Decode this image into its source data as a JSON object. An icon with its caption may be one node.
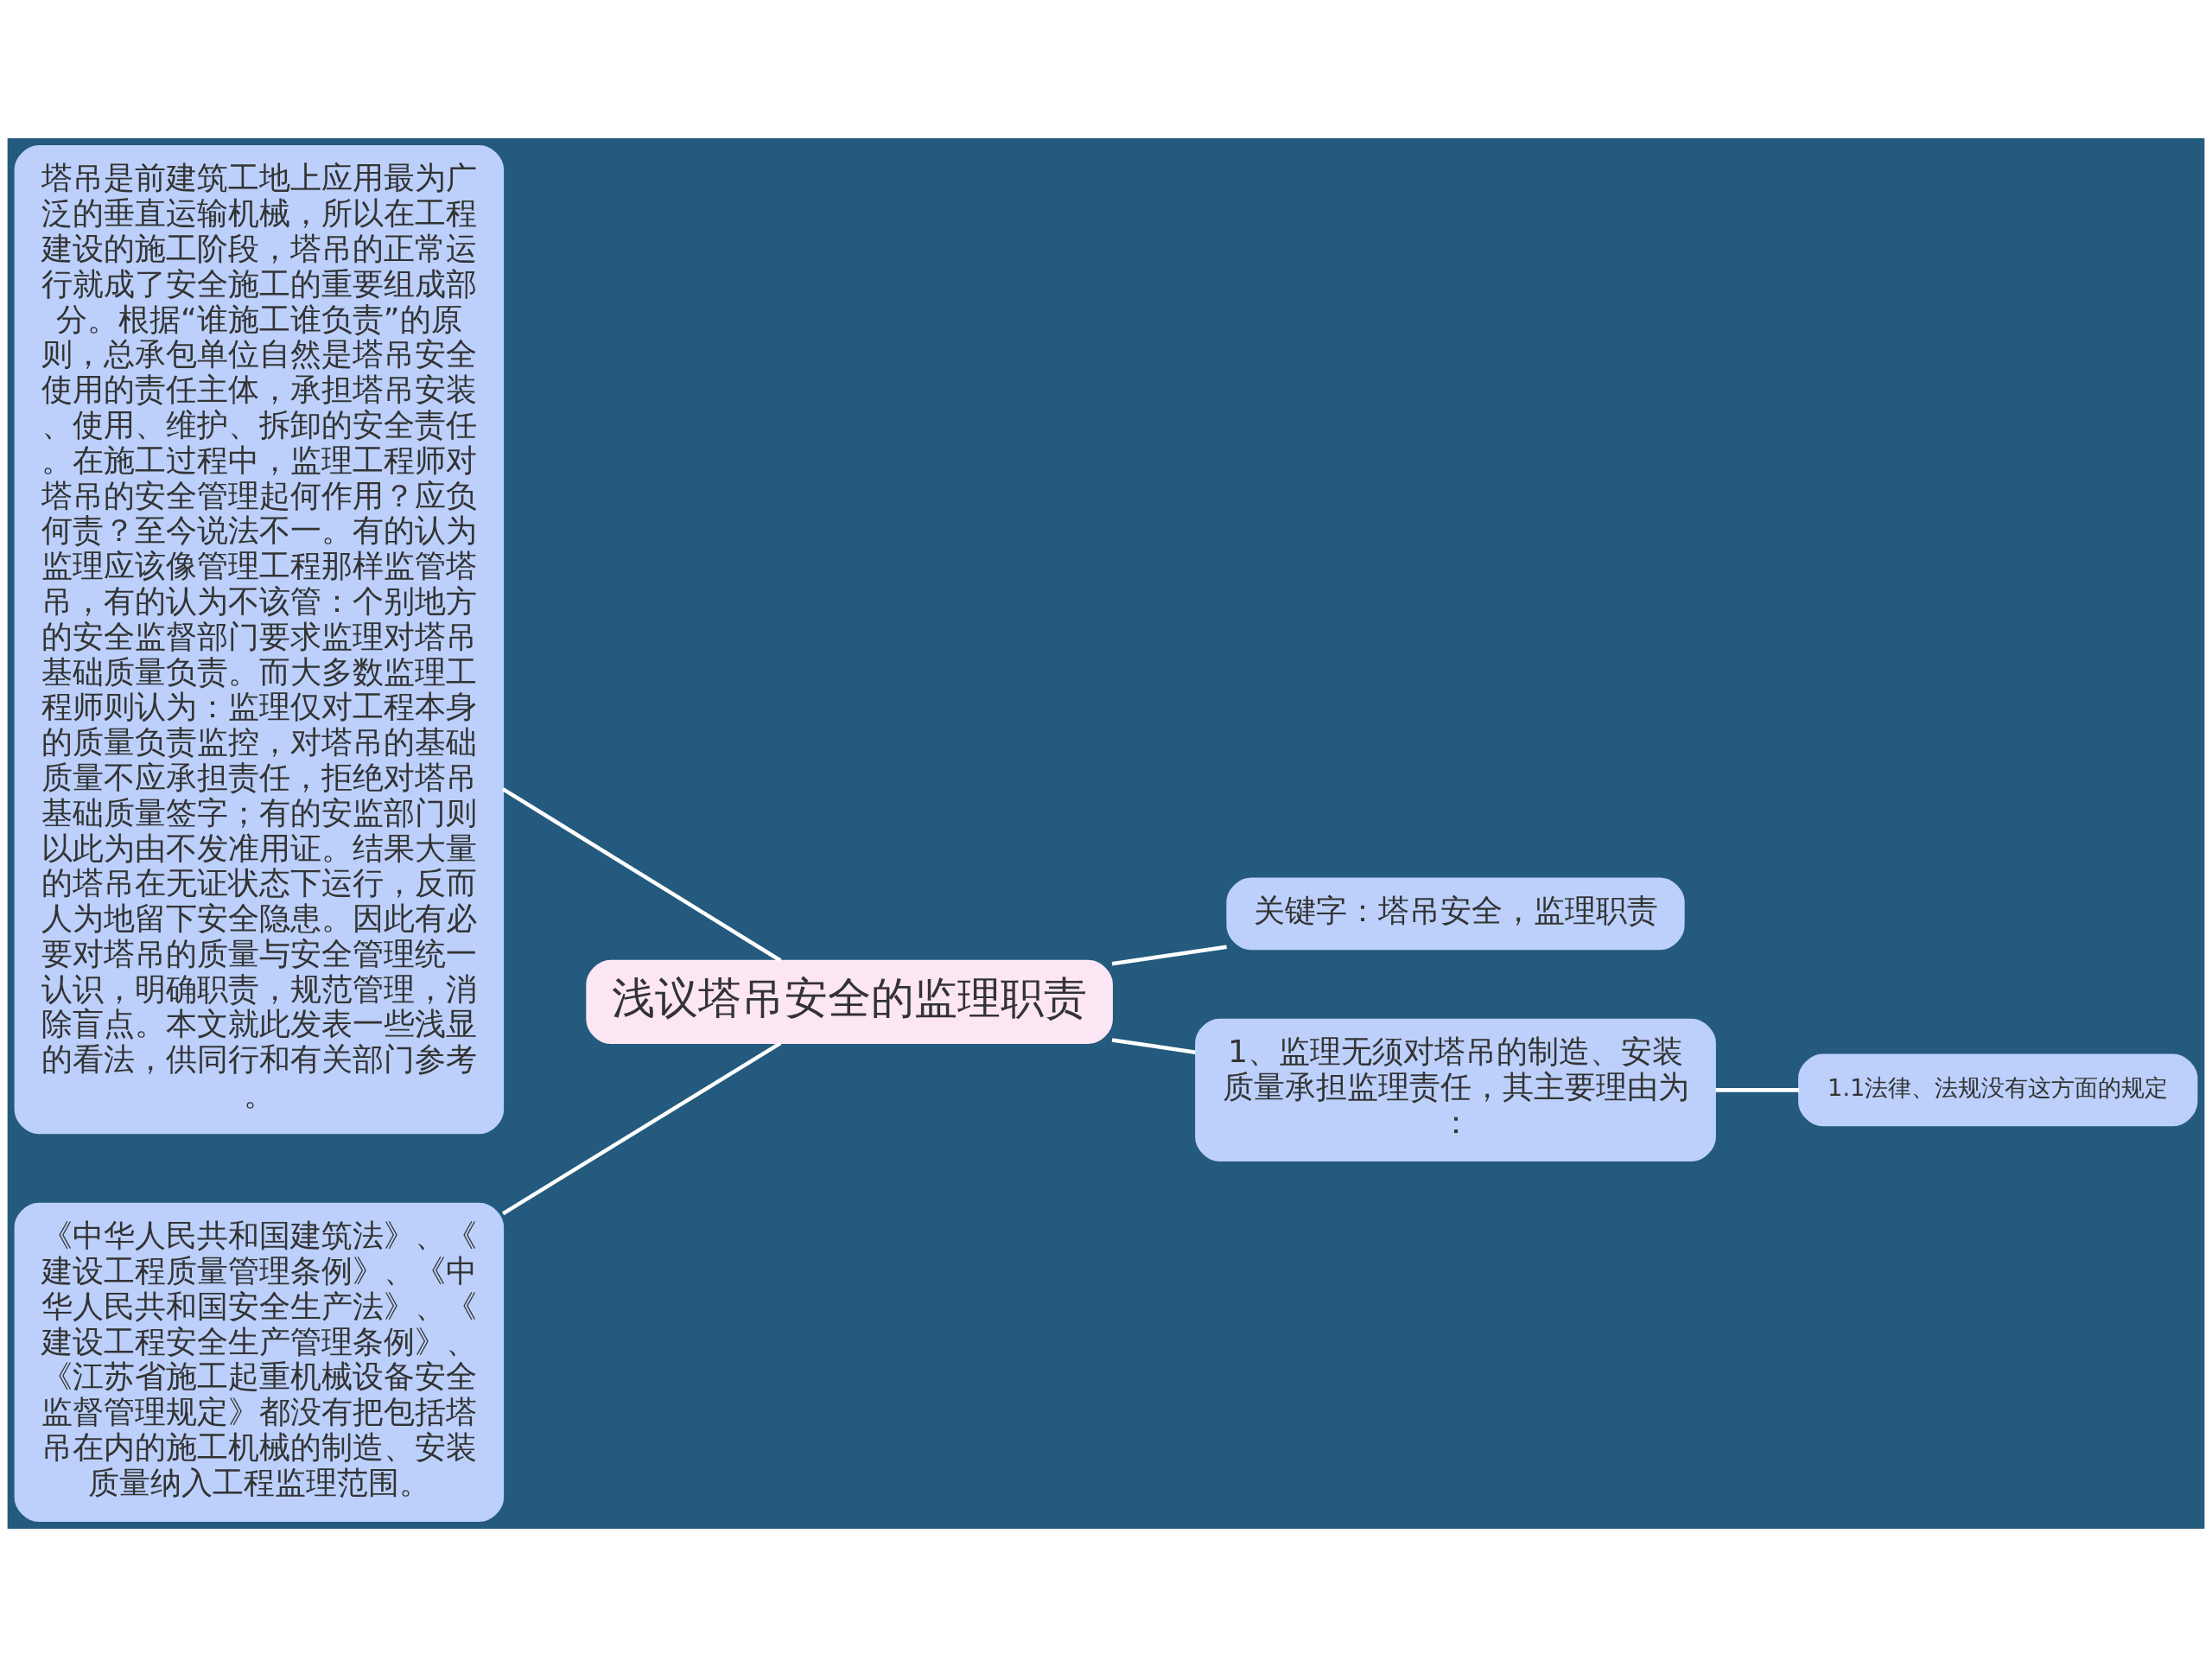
{
  "diagram": {
    "nodes": [
      {
        "text": [
          "塔吊是前建筑工地上应用最为广泛的垂直运输机械，所以在工程建设的施工阶段，塔吊的正常运行就成了安全施工的重要组成部分。根据“谁施工谁负责”的原则，总承包单位自然是塔吊安全使用的责任主体，承担塔吊安装、使用、维护、拆卸的安全责任。在施工过程中，监理工程师对塔吊的安全管理起何作用？应负何责？至今说法不一。有的认为监理应该像管理工程那样监管塔吊，有的认为不该管：个别地方的安全监督部门要求监理对塔吊基础质量负责。而大多数监理工程师则认为：监理仅对工程本身的质量负责监控，对塔吊的基础质量不应承担责任，拒绝对塔吊基础质量签字；有的安监部门则以此为由不发准用证。结果大量的塔吊在无证状态下运行，反而人为地留下安全隐患。因此有必要对塔吊的质量与安全管理统一认识，明确职责，规范管理，消除盲点。本文就此发表一些浅显的看法，供同行和有关部门参考。"
        ]
      },
      {
        "text": [
          "《中华人民共和国建筑法》、《建设工程质量管理条例》、《中华人民共和国安全生产法》、《建设工程安全生产管理条例》、《江苏省施工起重机械设备安全监督管理规定》都没有把包括塔吊在内的施工机械的制造、安装质量纳入工程监理范围。"
        ]
      },
      {
        "text": [
          "浅议塔吊安全的监理职责"
        ]
      },
      {
        "text": [
          "关键字：塔吊安全，监理职责"
        ]
      },
      {
        "text": [
          "1、监理无须对塔吊的制造、安装质量承担监理责任，其主要理由为："
        ]
      },
      {
        "text": [
          "1.1法律、法规没有这方面的规定"
        ]
      }
    ],
    "edges": [
      {
        "from": 2,
        "to": 0,
        "arrow": "none"
      },
      {
        "from": 2,
        "to": 1,
        "arrow": "none"
      },
      {
        "from": 2,
        "to": 3,
        "arrow": "none"
      },
      {
        "from": 2,
        "to": 4,
        "arrow": "none"
      },
      {
        "from": 4,
        "to": 5,
        "arrow": "none"
      }
    ]
  }
}
